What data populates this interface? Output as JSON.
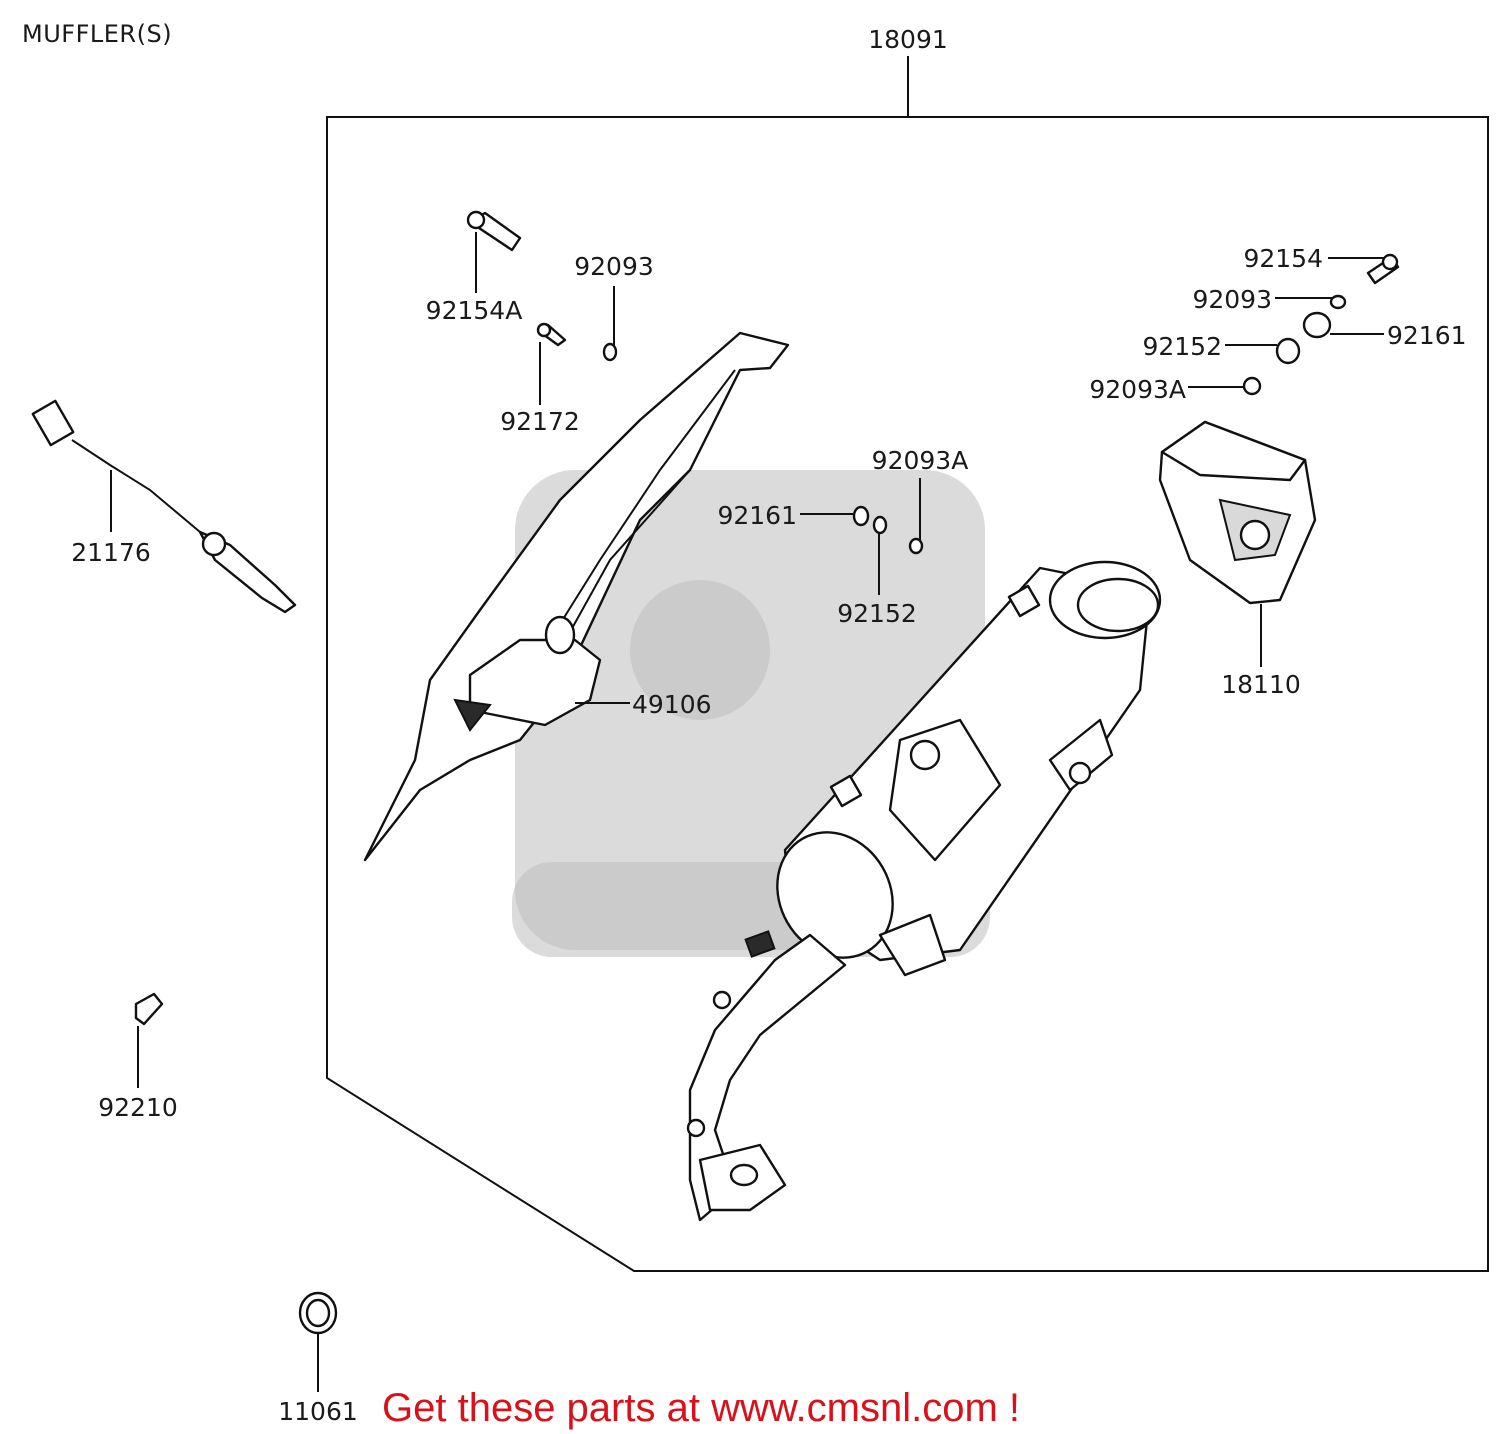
{
  "page": {
    "title": "MUFFLER(S)",
    "footer_cta": "Get these parts at www.cmsnl.com !"
  },
  "callouts": [
    {
      "id": "18091",
      "label": "18091"
    },
    {
      "id": "92154A",
      "label": "92154A"
    },
    {
      "id": "92093-top",
      "label": "92093"
    },
    {
      "id": "92172",
      "label": "92172"
    },
    {
      "id": "92154",
      "label": "92154"
    },
    {
      "id": "92093-right",
      "label": "92093"
    },
    {
      "id": "92161-right",
      "label": "92161"
    },
    {
      "id": "92152-right",
      "label": "92152"
    },
    {
      "id": "92093A-right",
      "label": "92093A"
    },
    {
      "id": "92093A-center",
      "label": "92093A"
    },
    {
      "id": "92161-center",
      "label": "92161"
    },
    {
      "id": "92152-center",
      "label": "92152"
    },
    {
      "id": "21176",
      "label": "21176"
    },
    {
      "id": "49106",
      "label": "49106"
    },
    {
      "id": "18110",
      "label": "18110"
    },
    {
      "id": "92210",
      "label": "92210"
    },
    {
      "id": "11061",
      "label": "11061"
    }
  ],
  "colors": {
    "line": "#111111",
    "cta": "#d8111b",
    "watermark": "#bdbdbd"
  }
}
